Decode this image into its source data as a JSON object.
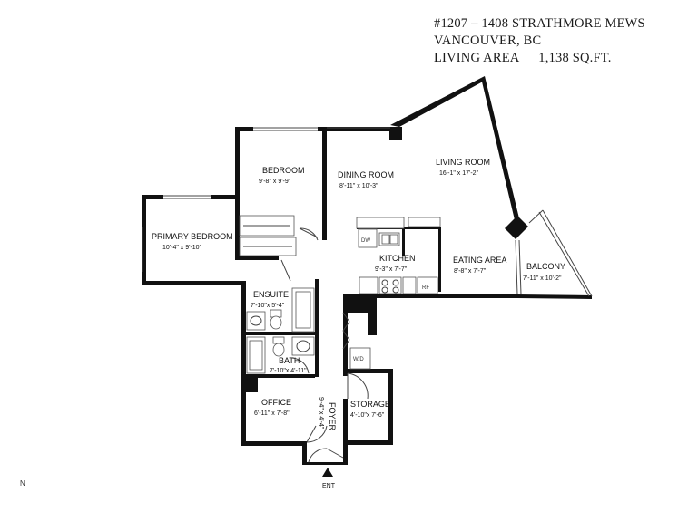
{
  "header": {
    "address": "#1207 – 1408 STRATHMORE MEWS",
    "city": "VANCOUVER, BC",
    "living_area_label": "LIVING AREA",
    "living_area_value": "1,138 SQ.FT."
  },
  "rooms": {
    "bedroom": {
      "name": "BEDROOM",
      "dims": "9'-8\"  x  9'-9\""
    },
    "dining": {
      "name": "DINING ROOM",
      "dims": "8'-11\"  x  10'-3\""
    },
    "living": {
      "name": "LIVING ROOM",
      "dims": "16'-1\"  x  17'-2\""
    },
    "primary": {
      "name": "PRIMARY BEDROOM",
      "dims": "10'-4\"  x  9'-10\""
    },
    "kitchen": {
      "name": "KITCHEN",
      "dims": "9'-3\"  x  7'-7\""
    },
    "eating": {
      "name": "EATING AREA",
      "dims": "8'-8\"  x  7'-7\""
    },
    "balcony": {
      "name": "BALCONY",
      "dims": "7'-11\"  x  10'-2\""
    },
    "ensuite": {
      "name": "ENSUITE",
      "dims": "7'-10\"x 5'-4\""
    },
    "bath": {
      "name": "BATH",
      "dims": "7'-10\"x 4'-11\""
    },
    "office": {
      "name": "OFFICE",
      "dims": "6'-11\"  x  7'-8\""
    },
    "foyer": {
      "name": "FOYER",
      "dims": "9'-4\"  x  4'-4\""
    },
    "storage": {
      "name": "STORAGE",
      "dims": "4'-10\"x 7'-6\""
    }
  },
  "fixtures": {
    "dishwasher": "DW",
    "fridge": "RF",
    "washer_dryer": "W/D"
  },
  "entrance": "ENT",
  "north_label": "N"
}
